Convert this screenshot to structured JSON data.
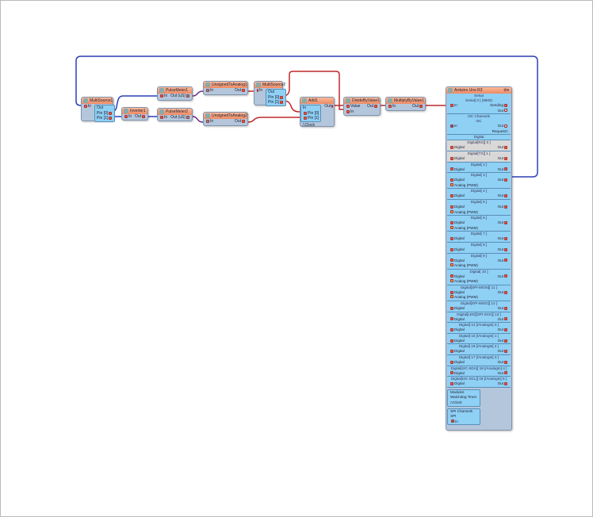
{
  "nodes": {
    "multisource1": {
      "title": "MultiSource1",
      "in": "In",
      "out": "Out",
      "pin0": "Pin [0]",
      "pin1": "Pin [1]"
    },
    "inverter1": {
      "title": "Inverter1",
      "in": "In",
      "out": "Out"
    },
    "pulsemeter1": {
      "title": "PulseMeter1",
      "in": "In",
      "out": "Out (uS)"
    },
    "pulsemeter2": {
      "title": "PulseMeter2",
      "in": "In",
      "out": "Out (uS)"
    },
    "uta1": {
      "title": "UnsignedToAnalog1",
      "in": "In",
      "out": "Out"
    },
    "uta2": {
      "title": "UnsignedToAnalog2",
      "in": "In",
      "out": "Out"
    },
    "multisource2": {
      "title": "MultiSource2",
      "in": "In",
      "out": "Out",
      "pin0": "Pin [0]",
      "pin1": "Pin [1]"
    },
    "add1": {
      "title": "Add1",
      "in": "In",
      "out": "Out",
      "pin0": "Pin [0]",
      "pin1": "Pin [1]",
      "clock": "Clock"
    },
    "divide1": {
      "title": "DivideByValue1",
      "value": "Value",
      "in": "In",
      "out": "Out"
    },
    "multiply1": {
      "title": "MultiplyByValue1",
      "in": "In",
      "out": "Out"
    }
  },
  "arduino": {
    "title": "Arduino Uno R3",
    "serial": {
      "title": "Serial",
      "channel": "Serial[ 0 ] (9600)",
      "in": "In",
      "sending": "Sending",
      "out": "Out"
    },
    "i2c": {
      "title": "I2C Channels",
      "channel": "I2C",
      "in": "In",
      "out": "Out",
      "request": "Request"
    },
    "digital_title": "Digital",
    "channels": [
      {
        "title": "Digital[RX][ 0 ]",
        "pwm": false,
        "gray": true
      },
      {
        "title": "Digital[TX][ 1 ]",
        "pwm": false,
        "gray": true
      },
      {
        "title": "Digital[ 2 ]",
        "pwm": false
      },
      {
        "title": "Digital[ 3 ]",
        "pwm": true
      },
      {
        "title": "Digital[ 4 ]",
        "pwm": false
      },
      {
        "title": "Digital[ 5 ]",
        "pwm": true
      },
      {
        "title": "Digital[ 6 ]",
        "pwm": true
      },
      {
        "title": "Digital[ 7 ]",
        "pwm": false
      },
      {
        "title": "Digital[ 8 ]",
        "pwm": false
      },
      {
        "title": "Digital[ 9 ]",
        "pwm": true
      },
      {
        "title": "Digital[ 10 ]",
        "pwm": true
      },
      {
        "title": "Digital[SPI-MOSI][ 11 ]",
        "pwm": true
      },
      {
        "title": "Digital[SPI-MISO][ 12 ]",
        "pwm": false
      },
      {
        "title": "Digital[LED][SPI-SCK][ 13 ]",
        "pwm": false
      },
      {
        "title": "Digital[ 14 ]/AnalogIn[ 0 ]",
        "pwm": false
      },
      {
        "title": "Digital[ 15 ]/AnalogIn[ 1 ]",
        "pwm": false
      },
      {
        "title": "Digital[ 16 ]/AnalogIn[ 2 ]",
        "pwm": false
      },
      {
        "title": "Digital[ 17 ]/AnalogIn[ 3 ]",
        "pwm": false
      },
      {
        "title": "Digital[I2C-SDA][ 18 ]/AnalogIn[ 4 ]",
        "pwm": false
      },
      {
        "title": "Digital[I2C-SCL][ 19 ]/AnalogIn[ 5 ]",
        "pwm": false
      }
    ],
    "digital_label": "Digital",
    "out_label": "Out",
    "analog_label": "Analog (PWM)",
    "modules": {
      "title": "Modules",
      "watchdog": "Watchdog Timer",
      "clock": "Clock"
    },
    "spi": {
      "title": "SPI Channels",
      "channel": "SPI",
      "in": "In"
    }
  },
  "colors": {
    "wire_blue": "#2c3fb5",
    "wire_red": "#c0282a",
    "wire_purple": "#6a2a8a"
  }
}
